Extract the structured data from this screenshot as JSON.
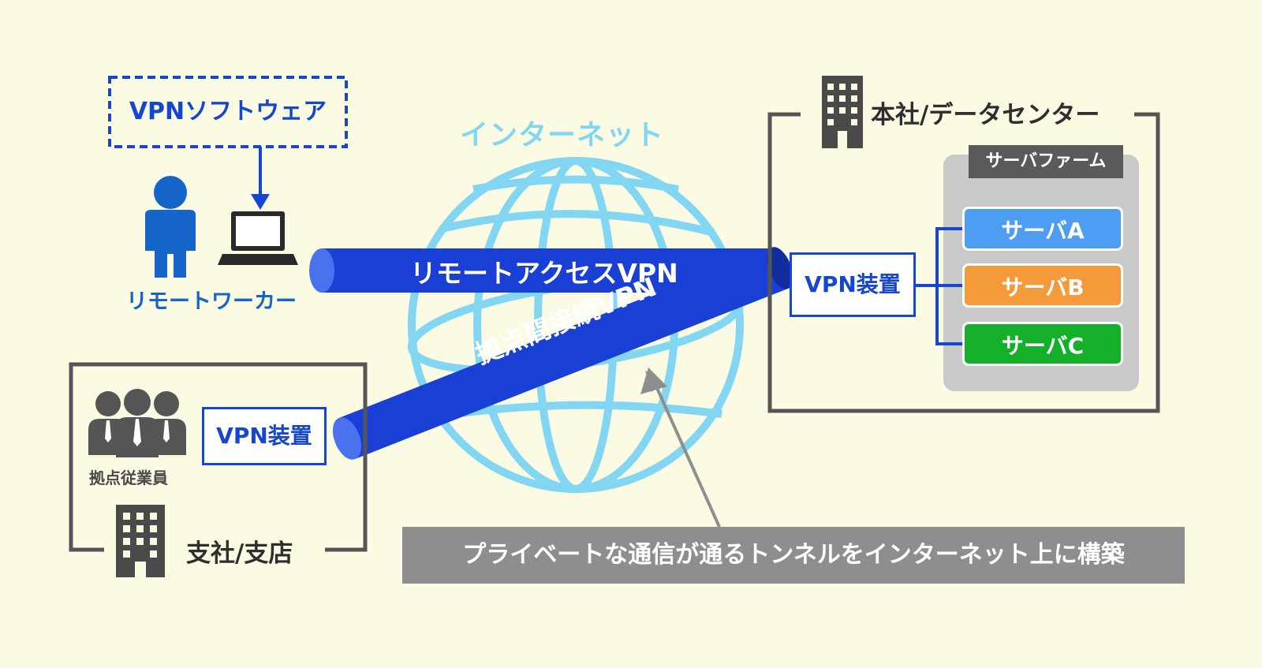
{
  "internet_label": "インターネット",
  "vpn_software": "VPNソフトウェア",
  "remote_worker": "リモートワーカー",
  "remote_access_vpn": "リモートアクセスVPN",
  "site_to_site_vpn": "拠点間接続VPN",
  "hq": {
    "title": "本社/データセンター",
    "server_farm": "サーバファーム",
    "servers": [
      {
        "label": "サーバA",
        "color": "#4d9df2"
      },
      {
        "label": "サーバB",
        "color": "#f59a3b"
      },
      {
        "label": "サーバC",
        "color": "#14b02a"
      }
    ],
    "vpn_device": "VPN装置"
  },
  "branch": {
    "title": "支社/支店",
    "employees": "拠点従業員",
    "vpn_device": "VPN装置"
  },
  "caption": "プライベートな通信が通るトンネルをインターネット上に構築",
  "colors": {
    "background": "#fbfbe4",
    "tunnel": "#1a3fd4",
    "globe": "#82d6f2",
    "accent_blue": "#1546cf",
    "dark_gray": "#4a4a4a"
  }
}
